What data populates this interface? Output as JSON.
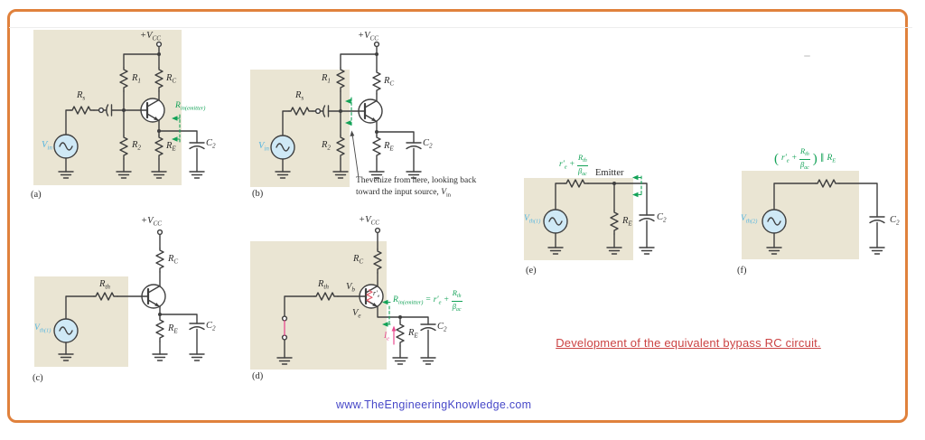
{
  "colors": {
    "frame_orange": "#e0813c",
    "panel_tan": "#eae5d3",
    "annotation_green": "#13a257",
    "highlight_pink": "#e84a8f",
    "source_fill_blue": "#cfe9f6",
    "source_label_blue": "#55b5e0",
    "caption_red": "#cb4343",
    "link_blue": "#4748c8",
    "wire_gray": "#3f3f3f"
  },
  "sym": {
    "vcc": {
      "m": "+V",
      "s": "CC"
    },
    "r1": {
      "m": "R",
      "s": "1"
    },
    "r2": {
      "m": "R",
      "s": "2"
    },
    "rc": {
      "m": "R",
      "s": "C"
    },
    "re": {
      "m": "R",
      "s": "E"
    },
    "rs": {
      "m": "R",
      "s": "s"
    },
    "rth": {
      "m": "R",
      "s": "th"
    },
    "c2": {
      "m": "C",
      "s": "2"
    },
    "vin": {
      "m": "V",
      "s": "in"
    },
    "vth1": {
      "m": "V",
      "s": "th(1)"
    },
    "vth2": {
      "m": "V",
      "s": "th(2)"
    },
    "vb": {
      "m": "V",
      "s": "b"
    },
    "ve": {
      "m": "V",
      "s": "e"
    },
    "ie": {
      "m": "I",
      "s": "e"
    },
    "rpe": {
      "m": "r′",
      "s": "e"
    },
    "rin": {
      "m": "R",
      "s": "in(emitter)"
    },
    "beta": {
      "m": "β",
      "s": "ac"
    },
    "emitter": "Emitter",
    "equals": "=",
    "plus": "+",
    "lparen": "(",
    "rparen": ")",
    "parallel": "∥"
  },
  "panels": {
    "a": "(a)",
    "b": "(b)",
    "c": "(c)",
    "d": "(d)",
    "e": "(e)",
    "f": "(f)"
  },
  "note": {
    "line1": "Thevenize from here, looking back",
    "line2": "toward the input source, "
  },
  "caption": "Development of the equivalent bypass RC circuit.",
  "footer": "www.TheEngineeringKnowledge.com"
}
